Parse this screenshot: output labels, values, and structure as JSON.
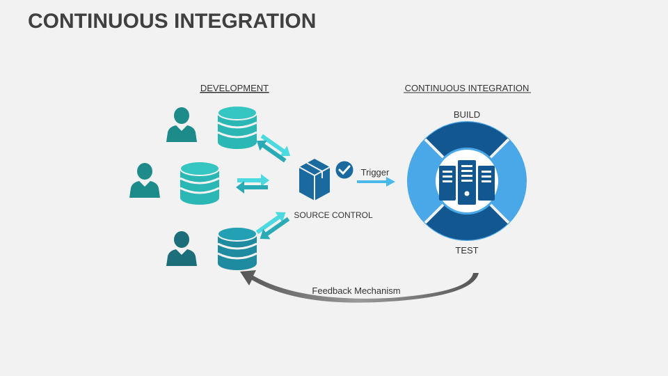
{
  "title": "CONTINUOUS INTEGRATION",
  "development": {
    "heading": "DEVELOPMENT"
  },
  "source_control": {
    "label": "SOURCE CONTROL",
    "trigger_label": "Trigger"
  },
  "ci": {
    "heading": "CONTINUOUS INTEGRATION",
    "build_label": "BUILD",
    "test_label": "TEST"
  },
  "feedback": {
    "label": "Feedback Mechanism"
  },
  "colors": {
    "teal_dark": "#1f8a8a",
    "teal_light": "#2bb8b5",
    "arrow_cyan": "#4dd9e0",
    "blue_dark": "#12578f",
    "blue_light": "#4aa8e8",
    "source_blue": "#1a6aa0",
    "trigger_arrow": "#49b8ea",
    "feedback_gray": "#777777"
  }
}
